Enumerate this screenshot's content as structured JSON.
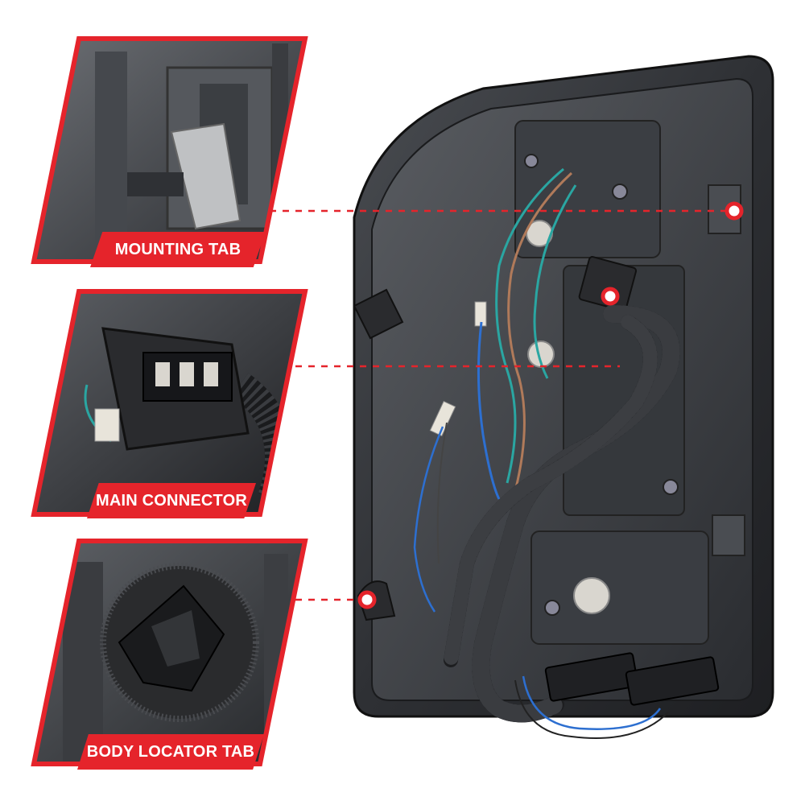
{
  "callouts": [
    {
      "label": "MOUNTING TAB"
    },
    {
      "label": "MAIN CONNECTOR"
    },
    {
      "label": "BODY LOCATOR TAB"
    }
  ],
  "colors": {
    "accent": "#e5242b",
    "housing": "#2b2d30",
    "wire_teal": "#2aa6a2",
    "wire_blue": "#2d6fd0",
    "wire_brown": "#b07a5a"
  }
}
